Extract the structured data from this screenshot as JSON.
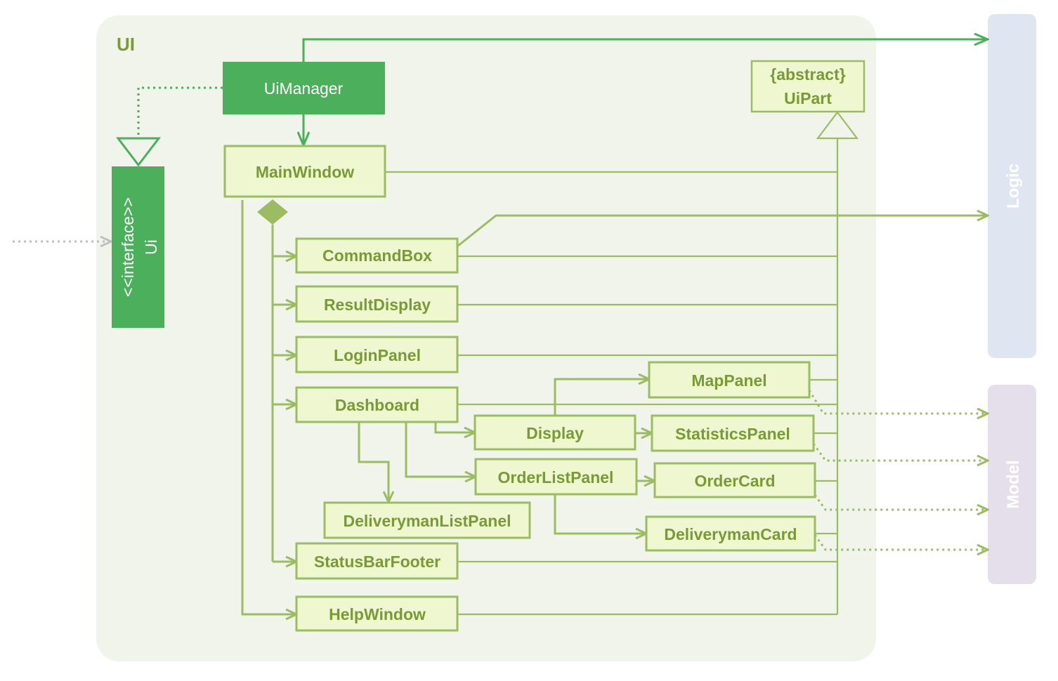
{
  "package": {
    "label": "UI"
  },
  "external": {
    "logic": "Logic",
    "model": "Model"
  },
  "classes": {
    "ui_manager": "UiManager",
    "ui_interface_stereotype": "<<interface>>",
    "ui_interface_name": "Ui",
    "ui_part_stereotype": "{abstract}",
    "ui_part_name": "UiPart",
    "main_window": "MainWindow",
    "command_box": "CommandBox",
    "result_display": "ResultDisplay",
    "login_panel": "LoginPanel",
    "dashboard": "Dashboard",
    "display": "Display",
    "map_panel": "MapPanel",
    "statistics_panel": "StatisticsPanel",
    "order_list_panel": "OrderListPanel",
    "order_card": "OrderCard",
    "deliveryman_list_panel": "DeliverymanListPanel",
    "deliveryman_card": "DeliverymanCard",
    "status_bar_footer": "StatusBarFooter",
    "help_window": "HelpWindow"
  },
  "colors": {
    "package_bg": "#f0f4ea",
    "dark_green": "#4caf5c",
    "light_fill": "#eef7cf",
    "light_border": "#9dbb61",
    "text_green": "#7a9a36",
    "logic_bg": "#dfe5f1",
    "model_bg": "#e5dfeb"
  }
}
